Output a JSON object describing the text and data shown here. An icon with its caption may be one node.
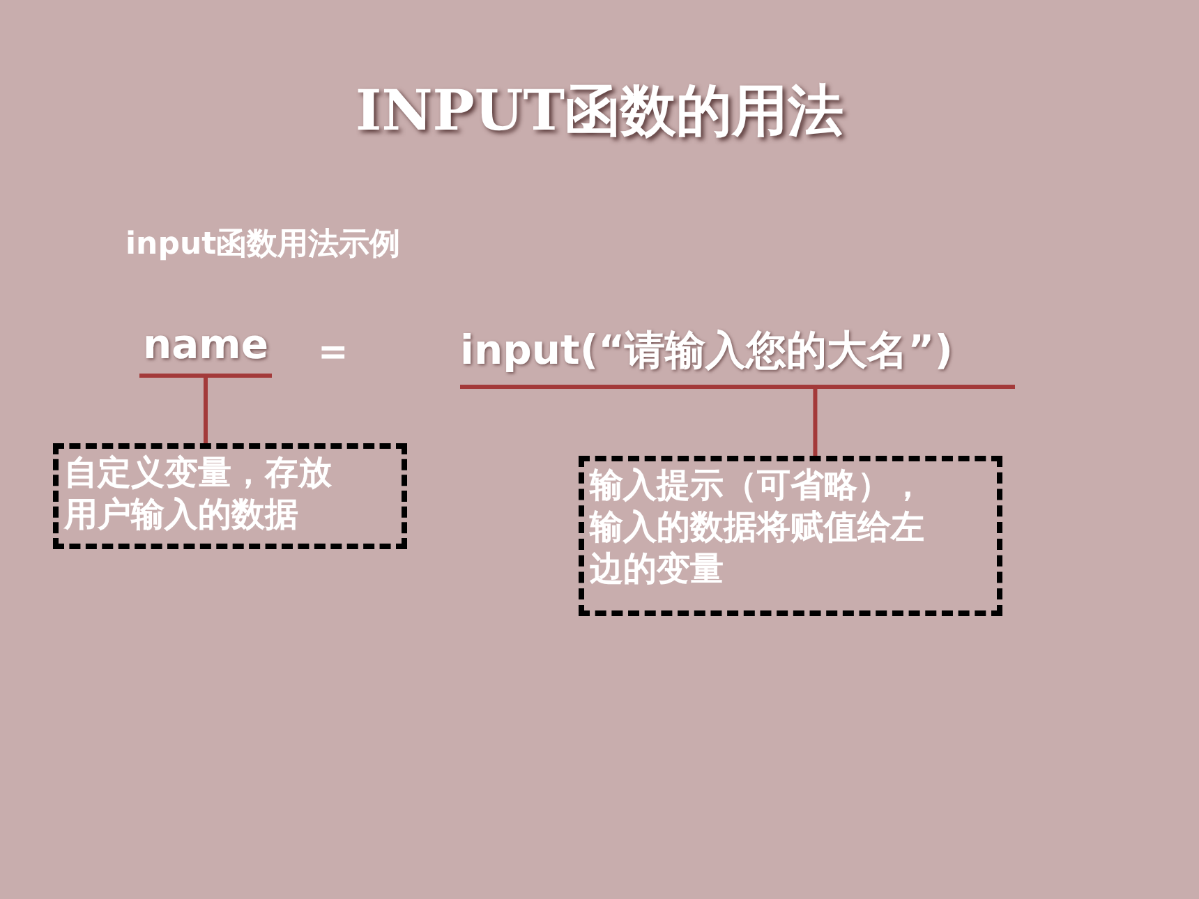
{
  "diagram": {
    "title": "INPUT函数的用法",
    "nodes": [
      {
        "text": [
          "name"
        ]
      },
      {
        "text": [
          "input(“请输入您的大名”)"
        ]
      },
      {
        "text": [
          "自定义变量，存放用户输入的数据"
        ]
      },
      {
        "text": [
          "输入提示（可省略），输入的数据将赋值给左边的变量"
        ]
      }
    ],
    "edges": [
      {
        "from": 0,
        "to": 2,
        "arrow": "none"
      },
      {
        "from": 1,
        "to": 3,
        "arrow": "none"
      }
    ],
    "labels": [
      "input函数用法示例",
      "="
    ]
  }
}
